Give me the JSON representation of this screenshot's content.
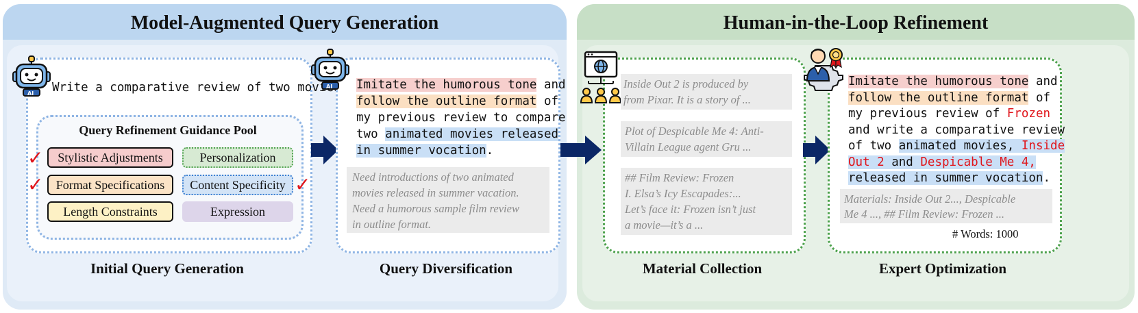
{
  "left_panel": {
    "title": "Model-Augmented Query Generation",
    "initial": {
      "query": "Write a comparative review of two movies.",
      "pool_title": "Query Refinement Guidance Pool",
      "pills": [
        "Stylistic Adjustments",
        "Personalization",
        "Format Specifications",
        "Content Specificity",
        "Length Constraints",
        "Expression"
      ],
      "caption": "Initial Query Generation"
    },
    "diversification": {
      "lines": [
        [
          {
            "t": "Imitate the humorous tone",
            "c": "red"
          },
          {
            "t": " and",
            "c": ""
          }
        ],
        [
          {
            "t": "follow the outline format",
            "c": "orange"
          },
          {
            "t": " of",
            "c": ""
          }
        ],
        [
          {
            "t": "my previous review to compare",
            "c": ""
          }
        ],
        [
          {
            "t": "two ",
            "c": ""
          },
          {
            "t": "animated movies released",
            "c": "blue"
          }
        ],
        [
          {
            "t": "in summer vocation",
            "c": "blue"
          },
          {
            "t": ".",
            "c": ""
          }
        ]
      ],
      "note": [
        "Need introductions of two animated",
        "movies released in summer vacation.",
        "Need a humorous sample film review",
        "in outline format."
      ],
      "caption": "Query Diversification"
    }
  },
  "right_panel": {
    "title": "Human-in-the-Loop Refinement",
    "material": {
      "box1": [
        "Inside Out 2 is produced by",
        "from Pixar. It is a story of ..."
      ],
      "box2": [
        "Plot of Despicable Me 4: Anti-",
        "Villain League agent Gru ..."
      ],
      "box3": [
        "## Film Review: Frozen",
        "I. Elsa’s Icy Escapades:...",
        "Let’s face it: Frozen isn’t just",
        "a movie—it’s a ..."
      ],
      "caption": "Material Collection"
    },
    "expert": {
      "lines": [
        [
          {
            "t": "Imitate the humorous tone",
            "c": "red"
          },
          {
            "t": " and",
            "c": ""
          }
        ],
        [
          {
            "t": "follow the outline format",
            "c": "orange"
          },
          {
            "t": " of",
            "c": ""
          }
        ],
        [
          {
            "t": "my previous review of ",
            "c": ""
          },
          {
            "t": "Frozen",
            "c": "redtext"
          }
        ],
        [
          {
            "t": "and write a comparative review",
            "c": ""
          }
        ],
        [
          {
            "t": "of two ",
            "c": ""
          },
          {
            "t": "animated movies, ",
            "c": "blue"
          },
          {
            "t": "Inside",
            "c": "blue redtext"
          }
        ],
        [
          {
            "t": "Out 2",
            "c": "blue redtext"
          },
          {
            "t": " and ",
            "c": "blue"
          },
          {
            "t": "Despicable Me 4,",
            "c": "blue redtext"
          }
        ],
        [
          {
            "t": "released in summer vocation",
            "c": "blue"
          },
          {
            "t": ".",
            "c": ""
          }
        ]
      ],
      "materials": [
        "Materials: Inside Out 2..., Despicable",
        "Me 4 ..., ## Film Review: Frozen ..."
      ],
      "words": "# Words: 1000",
      "caption": "Expert Optimization"
    }
  },
  "icons": [
    "robot-icon",
    "robot-icon",
    "globe-team-icon",
    "expert-award-icon",
    "arrow-right-icon",
    "checkmark-icon"
  ],
  "colors": {
    "left_panel": "#dfeaf6",
    "right_panel": "#dcebdd",
    "arrow": "#0b2766",
    "check": "#e0151b"
  }
}
